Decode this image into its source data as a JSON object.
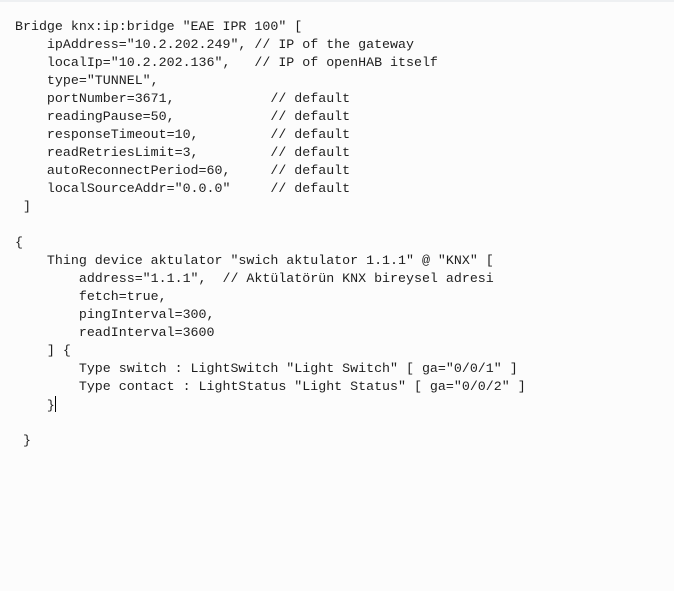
{
  "code_lines": [
    "Bridge knx:ip:bridge \"EAE IPR 100\" [",
    "    ipAddress=\"10.2.202.249\", // IP of the gateway",
    "    localIp=\"10.2.202.136\",   // IP of openHAB itself",
    "    type=\"TUNNEL\",",
    "    portNumber=3671,            // default",
    "    readingPause=50,            // default",
    "    responseTimeout=10,         // default",
    "    readRetriesLimit=3,         // default",
    "    autoReconnectPeriod=60,     // default",
    "    localSourceAddr=\"0.0.0\"     // default",
    " ]",
    "",
    "{",
    "    Thing device aktulator \"swich aktulator 1.1.1\" @ \"KNX\" [",
    "        address=\"1.1.1\",  // Aktülatörün KNX bireysel adresi",
    "        fetch=true,",
    "        pingInterval=300,",
    "        readInterval=3600",
    "    ] {",
    "        Type switch : LightSwitch \"Light Switch\" [ ga=\"0/0/1\" ]",
    "        Type contact : LightStatus \"Light Status\" [ ga=\"0/0/2\" ]",
    "    }",
    "",
    " }"
  ]
}
